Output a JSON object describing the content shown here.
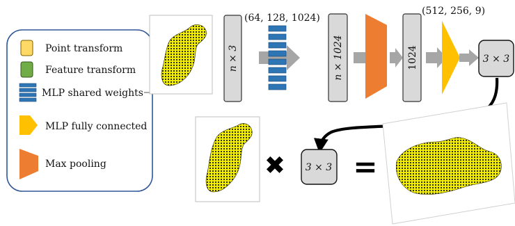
{
  "legend": {
    "items": [
      {
        "label": "Point transform",
        "icon": "point-transform-swatch",
        "color": "#FFD966"
      },
      {
        "label": "Feature transform",
        "icon": "feature-transform-swatch",
        "color": "#70AD47"
      },
      {
        "label": "MLP shared weights",
        "icon": "mlp-shared-weights-icon",
        "color": "#2E75B6"
      },
      {
        "label": "MLP fully connected",
        "icon": "mlp-fully-connected-icon",
        "color": "#FFC000"
      },
      {
        "label": "Max pooling",
        "icon": "max-pooling-icon",
        "color": "#ED7D31"
      }
    ]
  },
  "pipeline": {
    "input_box_label": "n × 3",
    "shared_mlp_dims": "(64, 128, 1024)",
    "feature_box_label": "n × 1024",
    "global_box_label": "1024",
    "fc_dims": "(512, 256, 9)",
    "output_box_label": "3 × 3"
  },
  "equation": {
    "matrix_label": "3 × 3",
    "multiply_symbol": "✖",
    "equals_symbol": "="
  },
  "colors": {
    "box_fill": "#D9D9D9",
    "legend_border": "#2F5597",
    "arrow_gray": "#A6A6A6",
    "point_yellow": "#FFFF33"
  }
}
